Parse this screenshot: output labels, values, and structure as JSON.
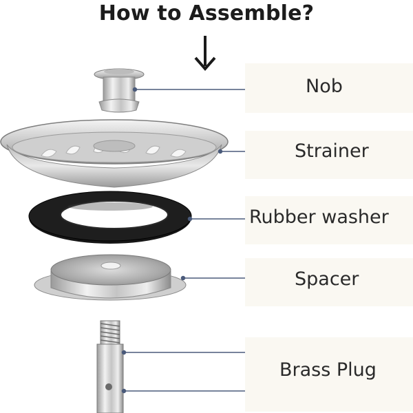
{
  "title": "How to Assemble?",
  "parts": [
    {
      "label": "Nob"
    },
    {
      "label": "Strainer"
    },
    {
      "label": "Rubber washer"
    },
    {
      "label": "Spacer"
    },
    {
      "label": "Brass Plug"
    }
  ],
  "colors": {
    "text": "#2a2a2a",
    "leader_line": "#4a5a7a",
    "steel_light": "#e6e6e6",
    "steel_dark": "#8a8a8a",
    "rubber": "#151515"
  }
}
